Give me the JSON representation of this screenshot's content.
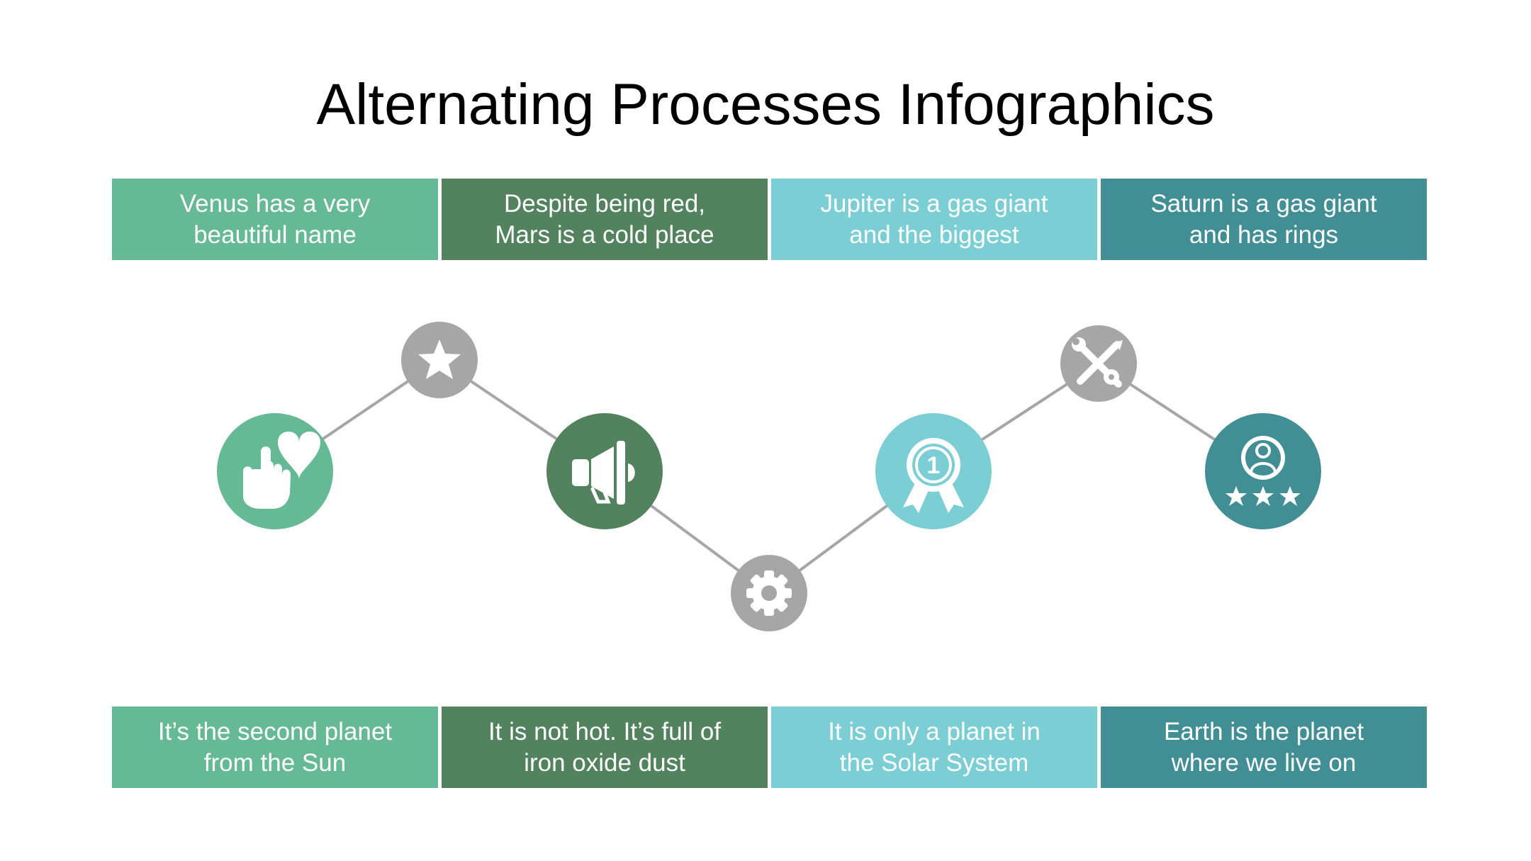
{
  "title": "Alternating Processes Infographics",
  "top_boxes": [
    {
      "text": "Venus has a very\nbeautiful name",
      "color": "#65b994"
    },
    {
      "text": "Despite being red,\nMars is a cold place",
      "color": "#52835e"
    },
    {
      "text": "Jupiter is a gas giant\nand the biggest",
      "color": "#7bced3"
    },
    {
      "text": "Saturn is a gas giant\nand has rings",
      "color": "#428e95"
    }
  ],
  "bottom_boxes": [
    {
      "text": "It’s the second planet\nfrom the Sun",
      "color": "#65b994"
    },
    {
      "text": "It is not hot. It’s full of\niron oxide dust",
      "color": "#52835e"
    },
    {
      "text": "It is only a planet in\nthe Solar System",
      "color": "#7bced3"
    },
    {
      "text": "Earth is the planet\nwhere we live on",
      "color": "#428e95"
    }
  ],
  "main_icons": [
    {
      "icon": "hand-heart-icon",
      "color": "#65b994"
    },
    {
      "icon": "megaphone-icon",
      "color": "#52835e"
    },
    {
      "icon": "medal-icon",
      "color": "#7bced3"
    },
    {
      "icon": "user-rating-icon",
      "color": "#428e95"
    }
  ],
  "connector_icons": [
    {
      "icon": "star-icon",
      "color": "#a6a6a6"
    },
    {
      "icon": "gear-icon",
      "color": "#a6a6a6"
    },
    {
      "icon": "tools-icon",
      "color": "#a6a6a6"
    }
  ],
  "medal_number": "1"
}
